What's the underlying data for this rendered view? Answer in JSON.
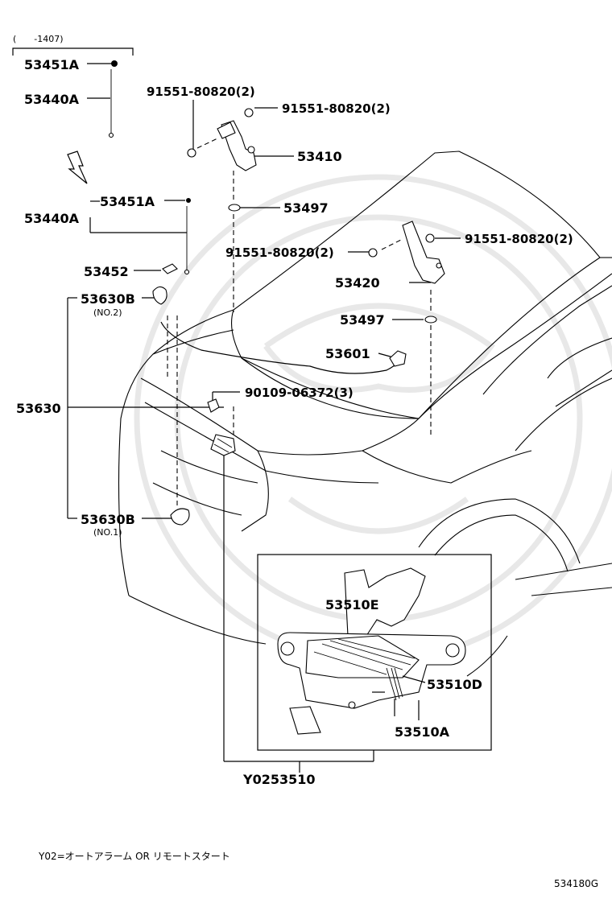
{
  "header_range": "(　　-1407)",
  "footnote": "Y02=オートアラーム OR リモートスタート",
  "diagram_code": "534180G",
  "callouts": {
    "p53451A_top": "53451A",
    "p53440A_top": "53440A",
    "p91551_left": "91551-80820(2)",
    "p91551_right_top": "91551-80820(2)",
    "p53410": "53410",
    "p53451A_mid": "53451A",
    "p53440A_mid": "53440A",
    "p53497_top": "53497",
    "p53452": "53452",
    "p91551_mid": "91551-80820(2)",
    "p91551_far_right": "91551-80820(2)",
    "p53420": "53420",
    "p53630B_no2": "53630B",
    "no2": "(NO.2)",
    "p53497_mid": "53497",
    "p53601": "53601",
    "p53630": "53630",
    "p90109": "90109-06372(3)",
    "p53630B_no1": "53630B",
    "no1": "(NO.1)",
    "p53510E": "53510E",
    "p53510D": "53510D",
    "p53510A": "53510A",
    "pY02": "Y0253510"
  }
}
